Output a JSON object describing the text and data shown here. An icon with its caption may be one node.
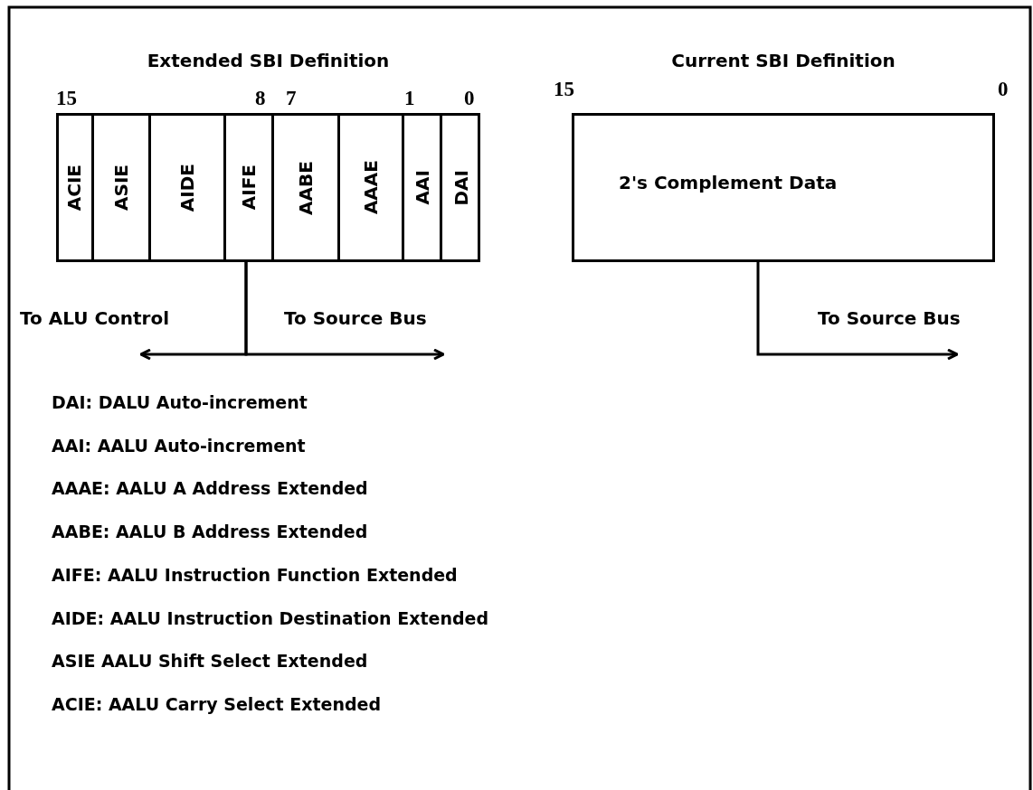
{
  "diagram": {
    "nodes": [
      {
        "text": [
          "Extended SBI Definition"
        ]
      },
      {
        "text": [
          "ACIE"
        ],
        "in": 0
      },
      {
        "text": [
          "ASIE"
        ],
        "in": 0
      },
      {
        "text": [
          "AIDE"
        ],
        "in": 0
      },
      {
        "text": [
          "AIFE"
        ],
        "in": 0
      },
      {
        "text": [
          "AABE"
        ],
        "in": 0
      },
      {
        "text": [
          "AAAE"
        ],
        "in": 0
      },
      {
        "text": [
          "AAI"
        ],
        "in": 0
      },
      {
        "text": [
          "DAI"
        ],
        "in": 0
      },
      {
        "text": [
          "Current SBI Definition",
          "2's Complement Data"
        ]
      }
    ],
    "edges": [
      {
        "from": 0,
        "to": null,
        "arrow": "to",
        "label": "To ALU Control"
      },
      {
        "from": 0,
        "to": null,
        "arrow": "to",
        "label": "To Source Bus"
      },
      {
        "from": 9,
        "to": null,
        "arrow": "to",
        "label": "To Source Bus"
      }
    ],
    "labels": [
      "15",
      "8",
      "7",
      "1",
      "0",
      "15",
      "0",
      "DAI: DALU Auto-increment",
      "AAI: AALU Auto-increment",
      "AAAE: AALU A Address Extended",
      "AABE: AALU B Address Extended",
      "AIFE: AALU Instruction Function Extended",
      "AIDE: AALU Instruction Destination Extended",
      "ASIE AALU Shift Select Extended",
      "ACIE: AALU Carry Select Extended"
    ]
  }
}
